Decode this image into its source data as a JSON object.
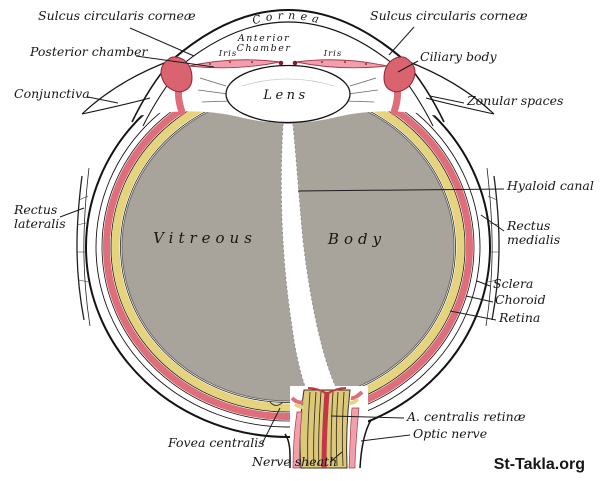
{
  "diagram": {
    "labels": {
      "sulcus_left": "Sulcus circularis corneæ",
      "posterior_chamber": "Posterior chamber",
      "conjunctiva": "Conjunctiva",
      "rectus_lateralis_line1": "Rectus",
      "rectus_lateralis_line2": "lateralis",
      "fovea_centralis": "Fovea centralis",
      "nerve_sheath": "Nerve sheath",
      "sulcus_right": "Sulcus circularis corneæ",
      "ciliary_body": "Ciliary body",
      "zonular_spaces": "Zonular spaces",
      "hyaloid_canal": "Hyaloid canal",
      "rectus_medialis_line1": "Rectus",
      "rectus_medialis_line2": "medialis",
      "sclera": "Sclera",
      "choroid": "Choroid",
      "retina": "Retina",
      "arteria_centralis": "A. centralis retinæ",
      "optic_nerve": "Optic nerve",
      "cornea": "Cornea",
      "anterior_chamber_line1": "Anterior",
      "anterior_chamber_line2": "Chamber",
      "iris_left": "Iris",
      "iris_right": "Iris",
      "lens": "Lens",
      "vitreous": "Vitreous",
      "body": "Body"
    },
    "colors": {
      "choroid_pink": "#e06e7a",
      "retina_yellow": "#e5d47d",
      "vitreous_gray": "#a8a49c",
      "iris_pink": "#efa0ab",
      "ciliary_red": "#d9636f",
      "artery_red": "#c23648",
      "nerve_fiber_yellow": "#dbc87a"
    },
    "watermark": {
      "text": "St-Takla.org",
      "color": "#3b55c9"
    }
  }
}
